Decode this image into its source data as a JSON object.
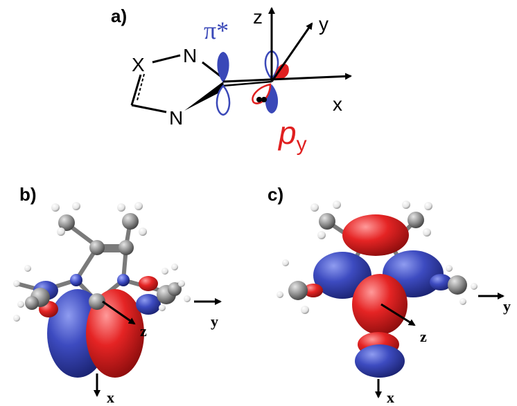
{
  "panels": {
    "a": {
      "label": "a)",
      "atoms": {
        "x": "X",
        "n_top": "N",
        "n_bottom": "N"
      },
      "pi_star": "π*",
      "p_y": "p",
      "p_y_sub": "y",
      "axes": {
        "z": "z",
        "y": "y",
        "x": "x"
      }
    },
    "b": {
      "label": "b)",
      "axes": {
        "z": "z",
        "y": "y",
        "x": "x"
      }
    },
    "c": {
      "label": "c)",
      "axes": {
        "z": "z",
        "y": "y",
        "x": "x"
      }
    }
  },
  "colors": {
    "orbital_blue": "#3a48b8",
    "orbital_red": "#e02020",
    "carbon": "#8a8a8a",
    "nitrogen": "#3a48b8",
    "hydrogen": "#f2f2f2"
  }
}
